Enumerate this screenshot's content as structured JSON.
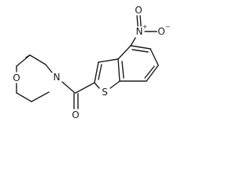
{
  "molecule": {
    "atoms": {
      "morpholine_oxygen": "O",
      "morpholine_nitrogen": "N",
      "carbonyl_oxygen": "O",
      "thiophene_sulfur": "S",
      "nitro_nitrogen": "N",
      "nitro_nitrogen_charge": "+",
      "nitro_oxygen_top": "O",
      "nitro_oxygen_right": "O",
      "nitro_oxygen_charge": "−"
    },
    "colors": {
      "bond": "#1c1c1c",
      "label": "#1c1c1c",
      "background": "#ffffff"
    }
  }
}
